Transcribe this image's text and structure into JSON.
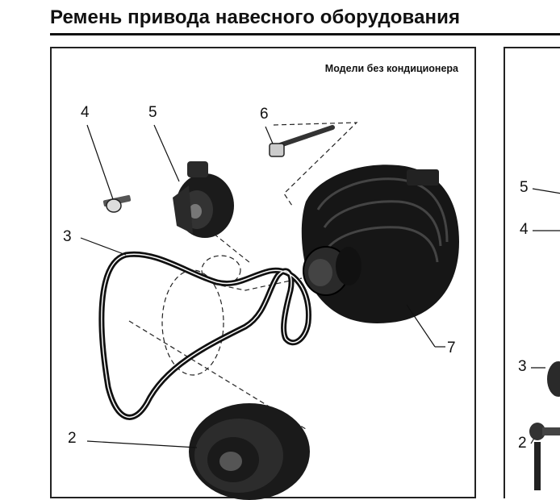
{
  "page": {
    "title": "Ремень привода навесного оборудования"
  },
  "main_figure": {
    "caption": "Модели без кондиционера",
    "callouts": {
      "c2": "2",
      "c3": "3",
      "c4": "4",
      "c5": "5",
      "c6": "6",
      "c7": "7"
    }
  },
  "side_figure": {
    "callouts": {
      "c5": "5",
      "c4": "4",
      "c3": "3",
      "c2": "2"
    }
  }
}
